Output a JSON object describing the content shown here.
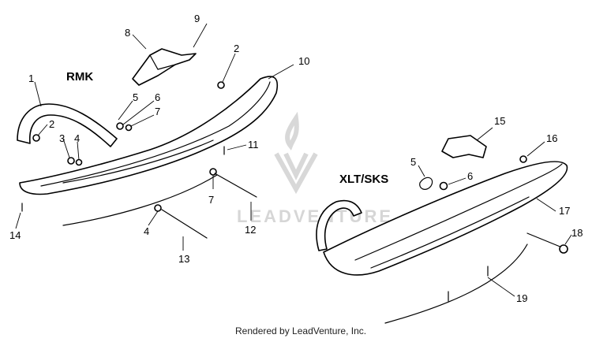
{
  "diagram": {
    "sections": {
      "left": "RMK",
      "right": "XLT/SKS"
    },
    "watermark": "LEADVENTURE",
    "footer": "Rendered by LeadVenture, Inc.",
    "callouts": [
      "1",
      "2",
      "2",
      "3",
      "4",
      "4",
      "5",
      "5",
      "6",
      "6",
      "7",
      "7",
      "8",
      "9",
      "10",
      "11",
      "12",
      "13",
      "14",
      "15",
      "16",
      "17",
      "18",
      "19"
    ]
  }
}
